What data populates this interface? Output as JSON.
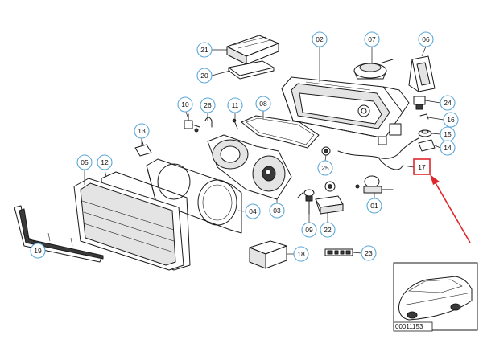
{
  "colors": {
    "callout_ring": "#5ba8d8",
    "highlight_box": "#e0262b",
    "arrow": "#e0262b",
    "line": "#1a1a1a"
  },
  "callouts": [
    {
      "label": "21"
    },
    {
      "label": "20"
    },
    {
      "label": "02"
    },
    {
      "label": "07"
    },
    {
      "label": "06"
    },
    {
      "label": "10"
    },
    {
      "label": "26"
    },
    {
      "label": "11"
    },
    {
      "label": "08"
    },
    {
      "label": "24"
    },
    {
      "label": "16"
    },
    {
      "label": "13"
    },
    {
      "label": "15"
    },
    {
      "label": "14"
    },
    {
      "label": "05"
    },
    {
      "label": "12"
    },
    {
      "label": "25"
    },
    {
      "label": "17"
    },
    {
      "label": "04"
    },
    {
      "label": "03"
    },
    {
      "label": "01"
    },
    {
      "label": "09"
    },
    {
      "label": "22"
    },
    {
      "label": "19"
    },
    {
      "label": "18"
    },
    {
      "label": "23"
    }
  ],
  "highlighted_callout": "17",
  "reference_code": "00011153"
}
